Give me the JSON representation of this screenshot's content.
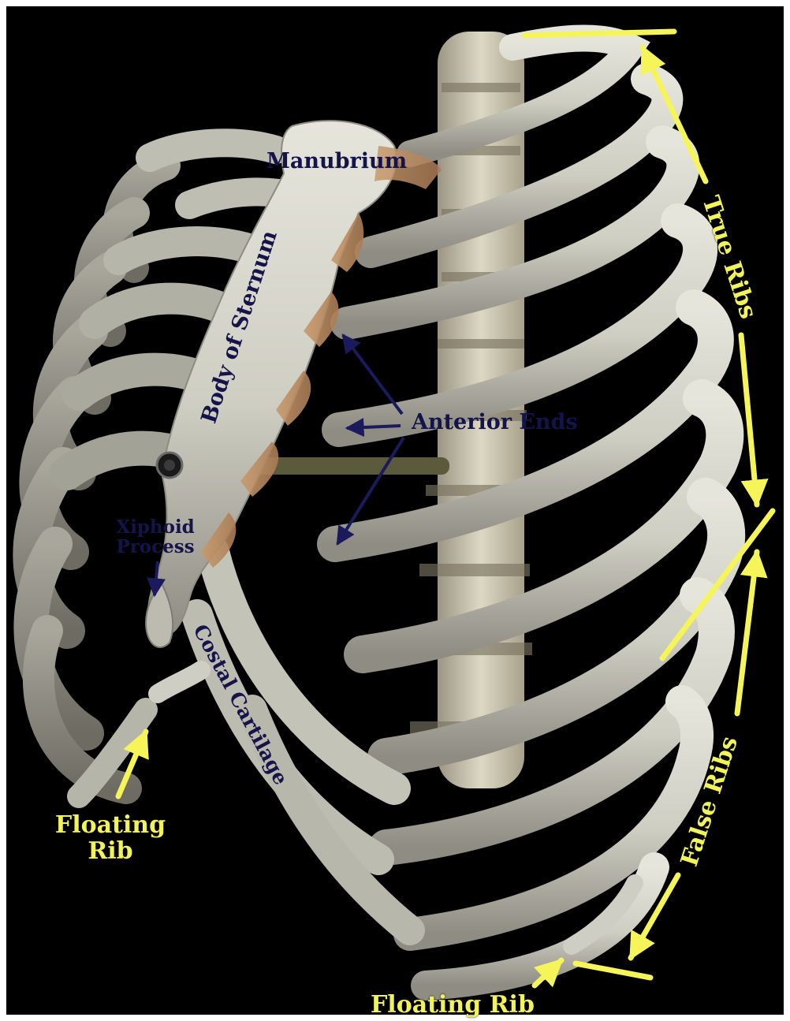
{
  "colors": {
    "background": "#000000",
    "label_dark": "#14144a",
    "label_yellow": "#f2f25a",
    "arrow_dark": "#1a1a5c",
    "arrow_yellow": "#f5f55a",
    "bone": "#d4d3c8",
    "bone_shadow": "#8d8b80",
    "cartilage": "#b98a5e",
    "spine": "#c9c2a6"
  },
  "labels": {
    "manubrium": "Manubrium",
    "body_of_sternum": "Body of Sternum",
    "anterior_ends": "Anterior Ends",
    "xiphoid_process": "Xiphoid\nProcess",
    "costal_cartilage": "Costal Cartilage",
    "floating_rib_left": "Floating\nRib",
    "floating_rib_bottom": "Floating Rib",
    "true_ribs": "True Ribs",
    "false_ribs": "False Ribs"
  }
}
